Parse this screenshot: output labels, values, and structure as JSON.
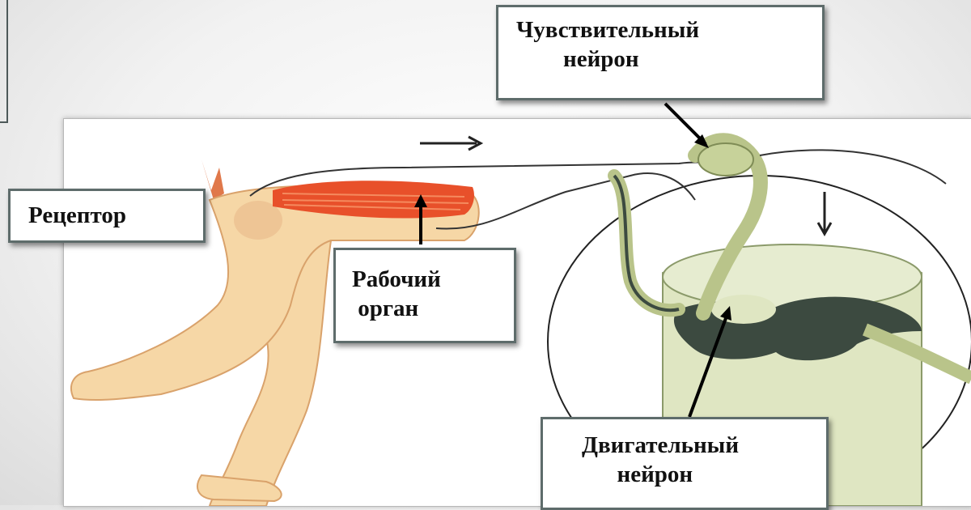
{
  "labels": {
    "receptor": {
      "lines": [
        "Рецептор"
      ]
    },
    "working_organ": {
      "lines": [
        "Рабочий",
        " орган"
      ]
    },
    "sensory_neuron": {
      "lines": [
        "Чувствительный",
        "        нейрон"
      ]
    },
    "motor_neuron": {
      "lines": [
        "Двигательный",
        "      нейрон"
      ]
    }
  },
  "colors": {
    "skin": "#f6d7a6",
    "skin_shadow": "#e7b27a",
    "muscle": "#e8502a",
    "spinal_cord": "#dfe6c2",
    "gray_matter": "#3c4a40",
    "nerve": "#b9c48a",
    "label_border": "#5e6c6b"
  }
}
